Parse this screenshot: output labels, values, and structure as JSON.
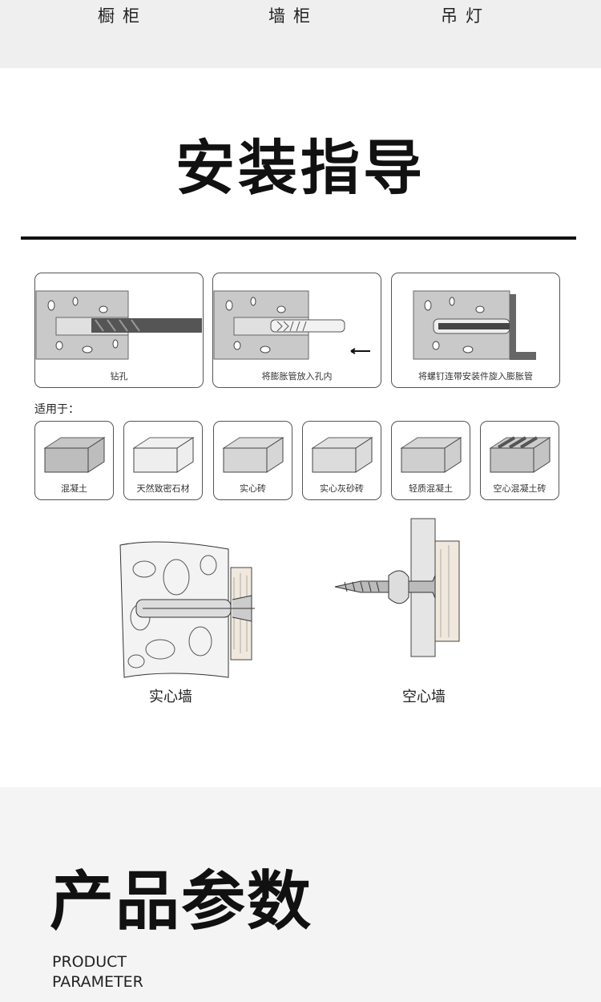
{
  "top_nav": {
    "items": [
      {
        "label": "橱柜"
      },
      {
        "label": "墙柜"
      },
      {
        "label": "吊灯"
      }
    ]
  },
  "install": {
    "title": "安装指导",
    "steps": [
      {
        "label": "钻孔",
        "icon": "drill-icon"
      },
      {
        "label": "将膨胀管放入孔内",
        "icon": "anchor-insert-icon"
      },
      {
        "label": "将螺钉连带安装件旋入膨胀管",
        "icon": "screw-in-icon"
      }
    ],
    "applicable_label": "适用于：",
    "materials": [
      {
        "label": "混凝土"
      },
      {
        "label": "天然致密石材"
      },
      {
        "label": "实心砖"
      },
      {
        "label": "实心灰砂砖"
      },
      {
        "label": "轻质混凝土"
      },
      {
        "label": "空心混凝土砖"
      }
    ],
    "walls": [
      {
        "label": "实心墙"
      },
      {
        "label": "空心墙"
      }
    ]
  },
  "params": {
    "title": "产品参数",
    "en_line1": "PRODUCT",
    "en_line2": "PARAMETER"
  }
}
